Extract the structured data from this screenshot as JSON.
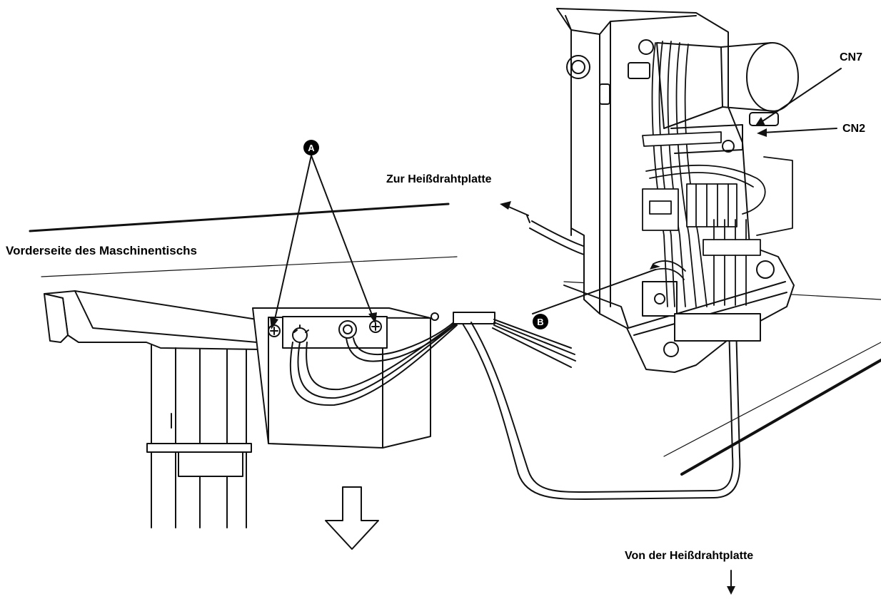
{
  "labels": {
    "front_of_table": "Vorderseite des Maschinentischs",
    "to_hot_wire_plate": "Zur Heißdrahtplatte",
    "from_hot_wire_plate": "Von der Heißdrahtplatte",
    "cn7": "CN7",
    "cn2": "CN2"
  },
  "markers": {
    "a": "A",
    "b": "B"
  }
}
